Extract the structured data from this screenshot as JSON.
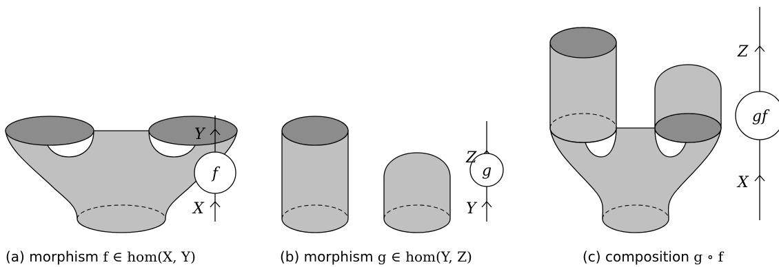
{
  "panels": [
    {
      "caption_prefix": "(a) morphism ",
      "caption_math": "f ∈ hom(X, Y)",
      "node": "f",
      "label_top": "Y",
      "label_bottom": "X"
    },
    {
      "caption_prefix": "(b) morphism ",
      "caption_math": "g ∈ hom(Y, Z)",
      "node": "g",
      "label_top": "Z",
      "label_bottom": "Y"
    },
    {
      "caption_prefix": "(c) composition ",
      "caption_math": "g ∘ f",
      "node": "gf",
      "label_top": "Z",
      "label_bottom": "X"
    }
  ]
}
